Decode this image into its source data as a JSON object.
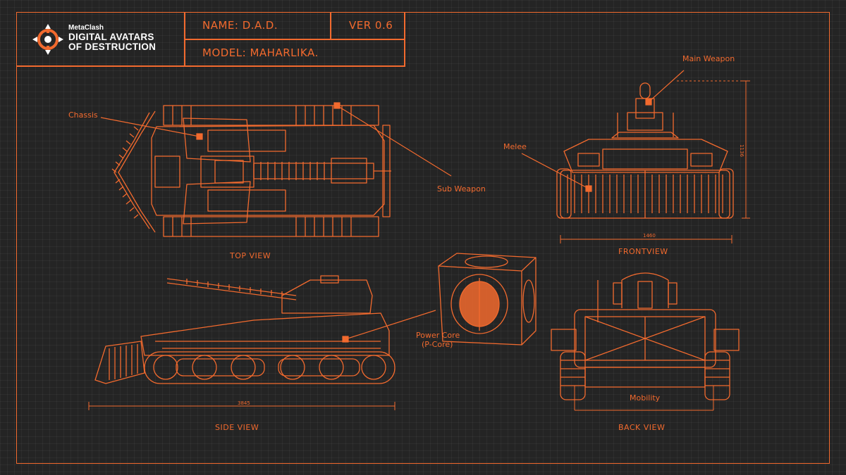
{
  "header": {
    "brand_small": "MetaClash",
    "brand_line1": "DIGITAL AVATARS",
    "brand_line2": "OF DESTRUCTION",
    "name": "NAME: D.A.D.",
    "version": "VER 0.6",
    "model": "MODEL: MAHARLIKA."
  },
  "callouts": {
    "chassis": "Chassis",
    "sub_weapon": "Sub Weapon",
    "main_weapon": "Main Weapon",
    "melee": "Melee",
    "power_core_line1": "Power Core",
    "power_core_line2": "(P-Core)",
    "mobility": "Mobility"
  },
  "views": {
    "top": "TOP VIEW",
    "front": "FRONTVIEW",
    "side": "SIDE VIEW",
    "back": "BACK VIEW"
  },
  "dimensions": {
    "front_width": "1460",
    "front_height": "1136",
    "side_length": "3845"
  },
  "colors": {
    "accent": "#f26a2e",
    "background": "#242424",
    "brand_text": "#ffffff"
  }
}
